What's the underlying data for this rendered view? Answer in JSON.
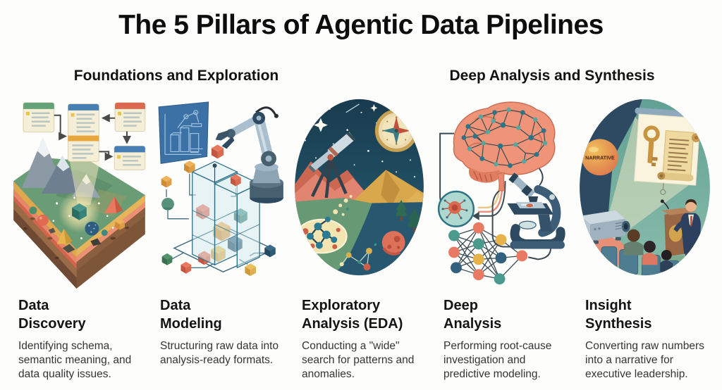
{
  "title": "The 5 Pillars of Agentic Data Pipelines",
  "sections": [
    {
      "label": "Foundations and Exploration"
    },
    {
      "label": "Deep Analysis and Synthesis"
    }
  ],
  "pillars": [
    {
      "title_line1": "Data",
      "title_line2": "Discovery",
      "description": "Identifying schema, semantic meaning, and data quality issues.",
      "icon": "terrain-cross-section-with-schema-cards"
    },
    {
      "title_line1": "Data",
      "title_line2": "Modeling",
      "description": "Structuring raw data into analysis-ready formats.",
      "icon": "robot-arm-building-glass-cube"
    },
    {
      "title_line1": "Exploratory",
      "title_line2": "Analysis (EDA)",
      "description": "Conducting a \"wide\" search for patterns and anomalies.",
      "icon": "telescope-night-sky-landscape"
    },
    {
      "title_line1": "Deep",
      "title_line2": "Analysis",
      "description": "Performing root-cause investigation and predictive modeling.",
      "icon": "brain-microscope-neural-network"
    },
    {
      "title_line1": "Insight",
      "title_line2": "Synthesis",
      "description": "Converting raw numbers into a narrative for executive leadership.",
      "icon": "executive-presentation-scene",
      "narrative_label": "NARRATIVE"
    }
  ],
  "colors": {
    "accent_teal": "#3f8a80",
    "accent_coral": "#e07a5f",
    "accent_gold": "#d9a84e",
    "accent_navy": "#2e4a63",
    "blueprint_blue": "#3b71a5",
    "night_sky": "#1b4257"
  }
}
